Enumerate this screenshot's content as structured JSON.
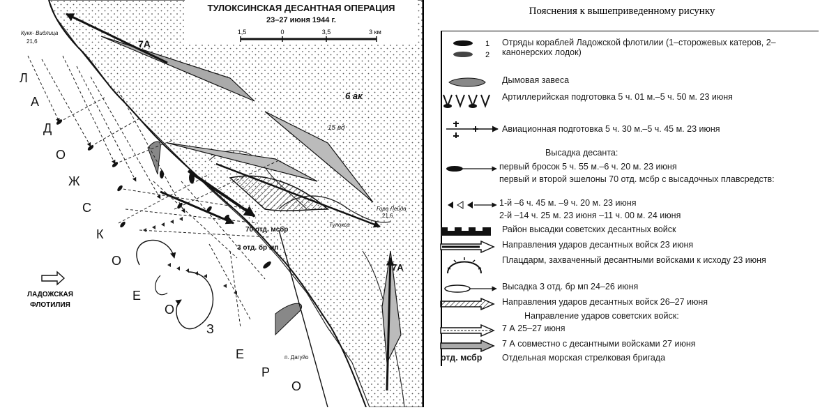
{
  "map": {
    "title_line1": "ТУЛОКСИНСКАЯ ДЕСАНТНАЯ ОПЕРАЦИЯ",
    "title_line2": "23–27 июня 1944 г.",
    "scale_ticks": [
      "1,5",
      "0",
      "3,5",
      "3 км"
    ],
    "lake_letters": [
      "Л",
      "А",
      "Д",
      "О",
      "Ж",
      "С",
      "К",
      "О",
      "Е",
      "О",
      "З",
      "Е",
      "Р",
      "О"
    ],
    "labels": {
      "army_7a_north": "7А",
      "army_7a_south": "7А",
      "corps_6": "6 ак",
      "div_15": "15 вд",
      "brigade_70": "70 отд. мсбр",
      "brigade_3": "3 отд. бр мп",
      "place_north": "Кукк- Видлица",
      "place_south_1": "Тулокса",
      "place_south_2": "Гора Лейда",
      "place_bottom": "п. Дагуйо",
      "height_1": "21,6",
      "height_2": "21,6"
    },
    "flotilla_line1": "ЛАДОЖСКАЯ",
    "flotilla_line2": "ФЛОТИЛИЯ"
  },
  "legend": {
    "title": "Пояснения к вышеприведенному рисунку",
    "rows": [
      {
        "text": "Отряды кораблей Ладожской флотилии (1–сторожевых катеров, 2–канонерских лодок)",
        "num1": "1",
        "num2": "2"
      },
      {
        "text": "Дымовая завеса"
      },
      {
        "text": "Артиллерийская подготовка 5 ч. 01 м.–5 ч. 50 м. 23 июня"
      },
      {
        "text": "Авиационная подготовка 5 ч. 30 м.–5 ч. 45 м. 23 июня"
      },
      {
        "text": "Высадка десанта:"
      },
      {
        "text": "первый бросок 5 ч. 55 м.–6 ч. 20 м. 23 июня"
      },
      {
        "text": "первый и второй эшелоны 70 отд. мсбр с высадочных плавсредств:"
      },
      {
        "text": "1-й –6 ч. 45 м. –9 ч. 20 м. 23 июня"
      },
      {
        "text": "2-й –14 ч. 25 м. 23 июня –11 ч. 00 м. 24 июня"
      },
      {
        "text": "Район высадки советских десантных войск"
      },
      {
        "text": "Направления ударов десантных войск 23 июня"
      },
      {
        "text": "Плацдарм, захваченный десантными войсками к исходу 23 июня"
      },
      {
        "text": "Высадка 3 отд. бр мп 24–26 июня"
      },
      {
        "text": "Направления ударов десантных войск 26–27 июня"
      },
      {
        "text": "Направление ударов советских войск:"
      },
      {
        "text": "7 А 25–27 июня"
      },
      {
        "text": "7 А совместно с десантными войсками 27 июня"
      },
      {
        "abbr": "отд. мсбр",
        "text": "Отдельная морская стрелковая бригада"
      }
    ]
  }
}
